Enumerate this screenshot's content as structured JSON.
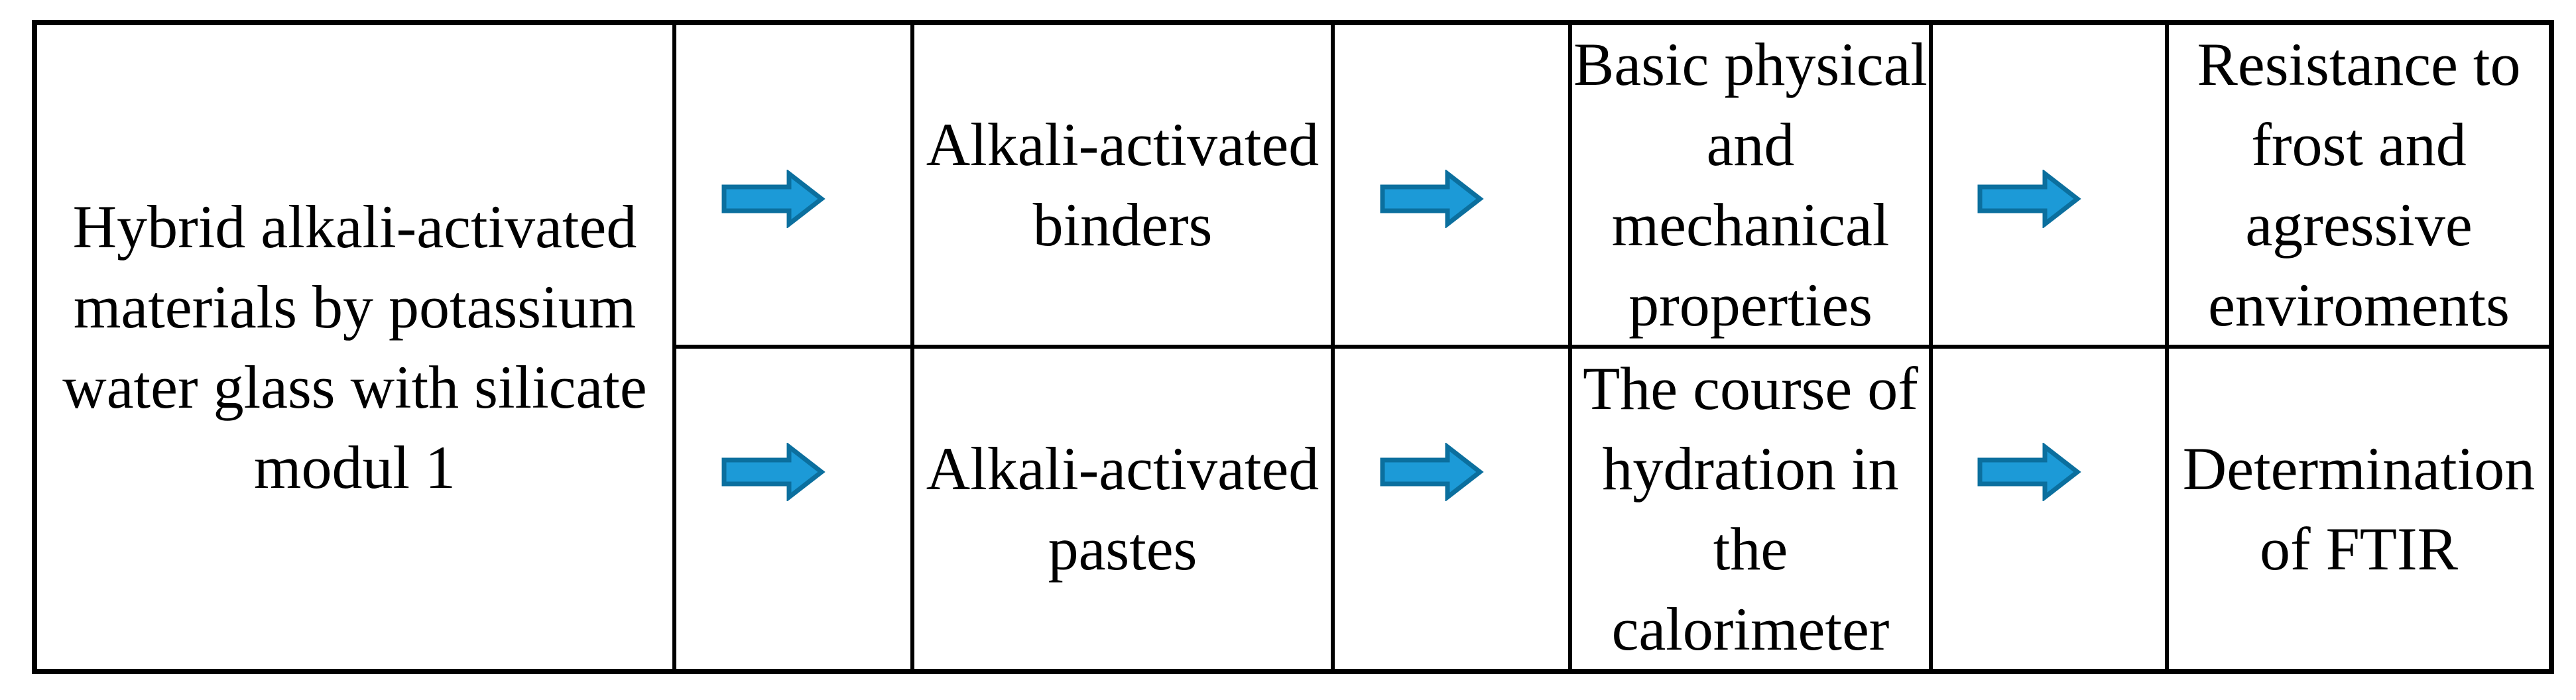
{
  "diagram": {
    "description": "Experimental program flowchart table",
    "source_box": {
      "text": "Hybrid alkali-activated\nmaterials by potassium\nwater glass with silicate\nmodul 1"
    },
    "rows": [
      {
        "steps": [
          {
            "text": "Alkali-activated\nbinders"
          },
          {
            "text": "Basic physical\nand\nmechanical\nproperties"
          },
          {
            "text": "Resistance to\nfrost and\nagressive\nenviroments"
          }
        ]
      },
      {
        "steps": [
          {
            "text": "Alkali-activated\npastes"
          },
          {
            "text": "The course of\nhydration in\nthe\ncalorimeter"
          },
          {
            "text": "Determination\nof FTIR"
          }
        ]
      }
    ],
    "icons": {
      "arrow": "right-block-arrow-icon"
    },
    "colors": {
      "background": "#FFFFFF",
      "border": "#000000",
      "text": "#000000",
      "arrow_fill": "#1C9AD7",
      "arrow_stroke": "#0B6F9E"
    }
  }
}
